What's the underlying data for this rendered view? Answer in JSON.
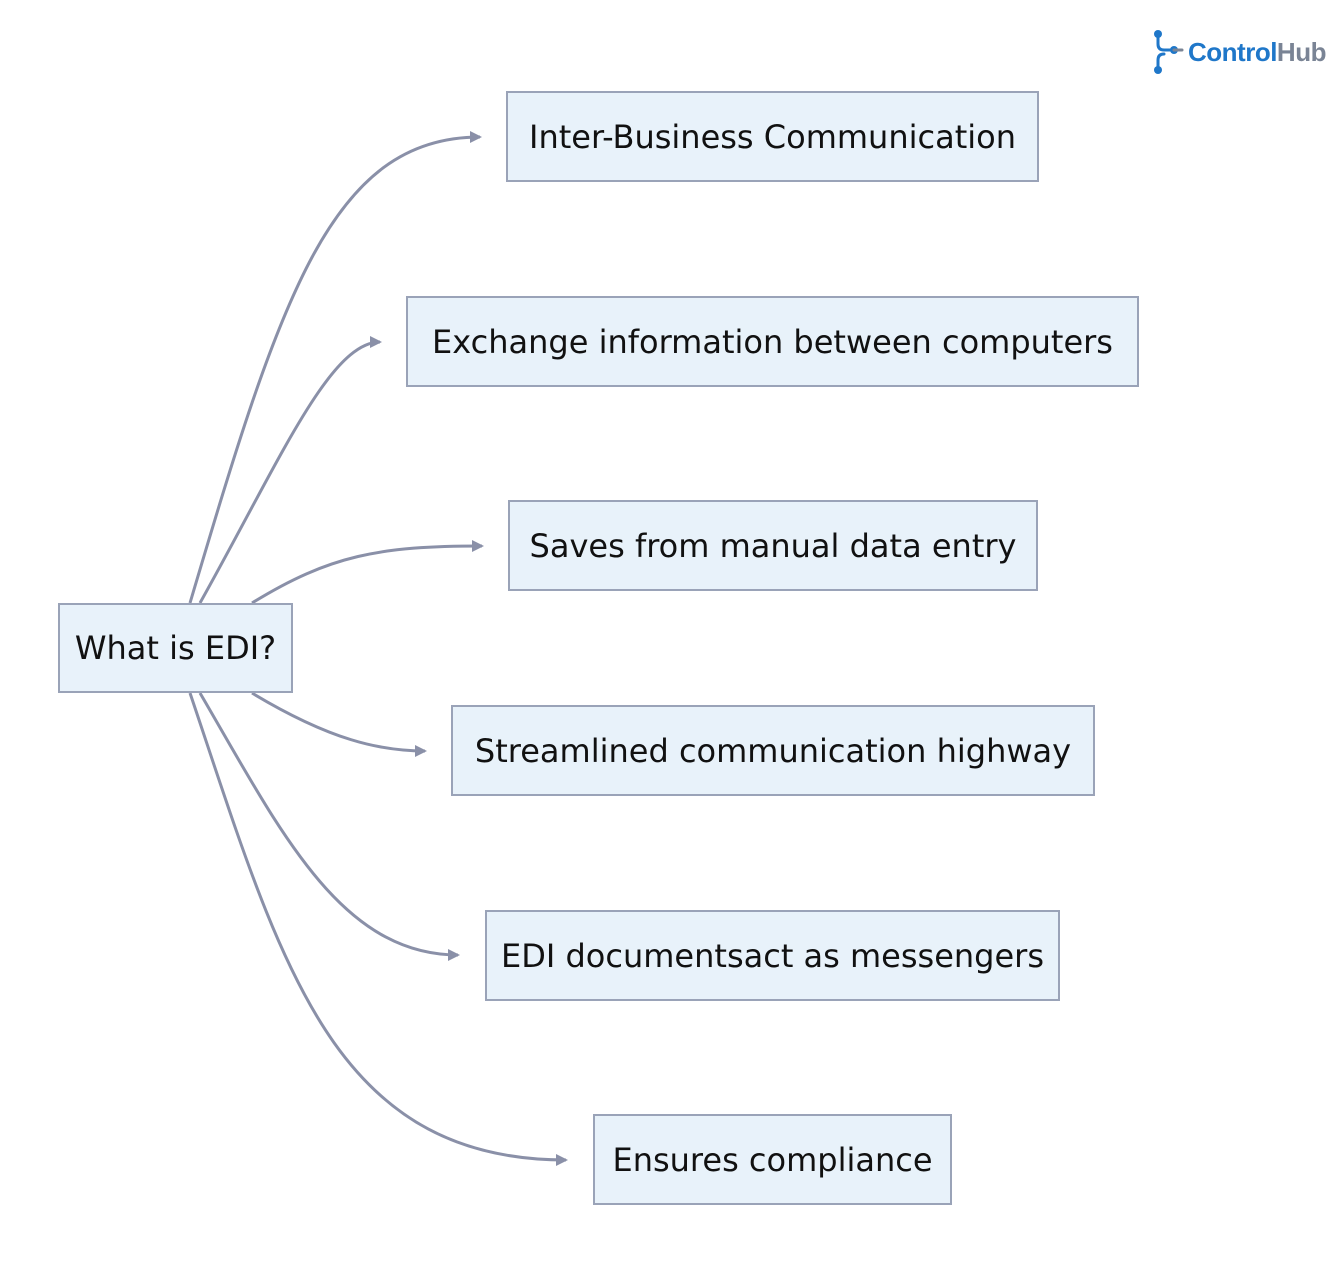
{
  "brand": {
    "name_part1": "Control",
    "name_part2": "Hub",
    "icon": "network-node-icon",
    "color_primary": "#1f77c9",
    "color_secondary": "#7a8495"
  },
  "diagram": {
    "colors": {
      "node_fill": "#e8f2fa",
      "node_border": "#9aa3b8",
      "edge": "#8a90a8",
      "text": "#111111"
    },
    "root": {
      "label": "What is EDI?"
    },
    "children": [
      {
        "label": "Inter-Business Communication"
      },
      {
        "label": "Exchange information between computers"
      },
      {
        "label": "Saves from manual data entry"
      },
      {
        "label": "Streamlined communication highway"
      },
      {
        "label": "EDI documentsact as messengers"
      },
      {
        "label": "Ensures compliance"
      }
    ]
  }
}
